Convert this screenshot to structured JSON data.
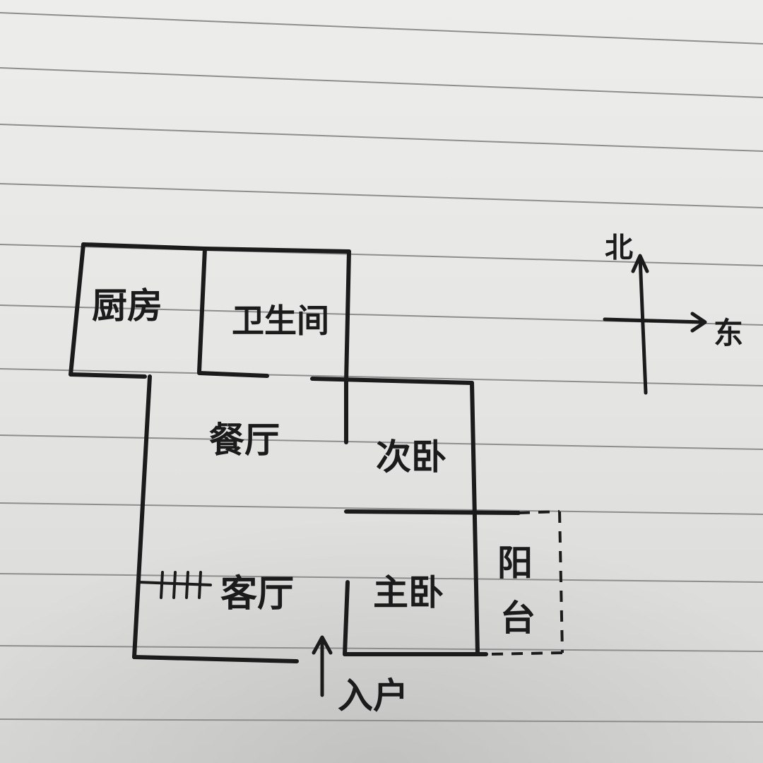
{
  "rooms": {
    "kitchen": "厨房",
    "bathroom": "卫生间",
    "dining_room": "餐厅",
    "second_bedroom": "次卧",
    "living_room": "客厅",
    "master_bedroom": "主卧",
    "balcony_top": "阳",
    "balcony_bottom": "台"
  },
  "entrance": "入户",
  "compass": {
    "north": "北",
    "east": "东"
  },
  "colors": {
    "ink": "#1b1b1b",
    "paper": "#e8e8e6",
    "ruling": "#8c8c8c"
  }
}
